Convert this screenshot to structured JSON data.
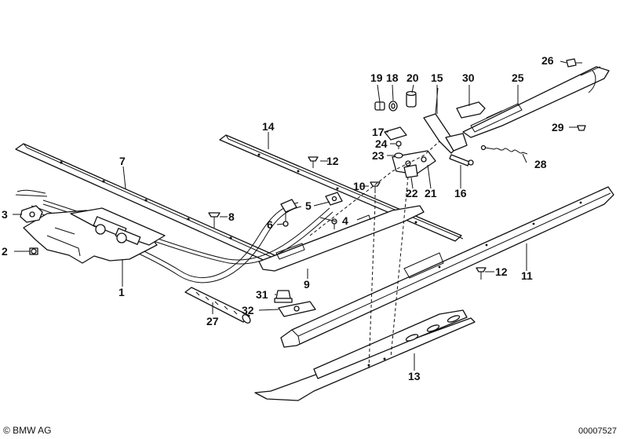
{
  "callouts": [
    {
      "id": "c1",
      "text": "1"
    },
    {
      "id": "c2",
      "text": "2"
    },
    {
      "id": "c3",
      "text": "3"
    },
    {
      "id": "c4",
      "text": "4"
    },
    {
      "id": "c5",
      "text": "5"
    },
    {
      "id": "c6",
      "text": "6"
    },
    {
      "id": "c7",
      "text": "7"
    },
    {
      "id": "c8",
      "text": "8"
    },
    {
      "id": "c9",
      "text": "9"
    },
    {
      "id": "c10",
      "text": "10"
    },
    {
      "id": "c11",
      "text": "11"
    },
    {
      "id": "c12a",
      "text": "12"
    },
    {
      "id": "c12b",
      "text": "12"
    },
    {
      "id": "c13",
      "text": "13"
    },
    {
      "id": "c14",
      "text": "14"
    },
    {
      "id": "c15",
      "text": "15"
    },
    {
      "id": "c16",
      "text": "16"
    },
    {
      "id": "c17",
      "text": "17"
    },
    {
      "id": "c18",
      "text": "18"
    },
    {
      "id": "c19",
      "text": "19"
    },
    {
      "id": "c20",
      "text": "20"
    },
    {
      "id": "c21",
      "text": "21"
    },
    {
      "id": "c22",
      "text": "22"
    },
    {
      "id": "c23",
      "text": "23"
    },
    {
      "id": "c24",
      "text": "24"
    },
    {
      "id": "c25",
      "text": "25"
    },
    {
      "id": "c26",
      "text": "26"
    },
    {
      "id": "c27",
      "text": "27"
    },
    {
      "id": "c28",
      "text": "28"
    },
    {
      "id": "c29",
      "text": "29"
    },
    {
      "id": "c30",
      "text": "30"
    },
    {
      "id": "c31",
      "text": "31"
    },
    {
      "id": "c32",
      "text": "32"
    }
  ],
  "footer": {
    "copyright": "© BMW AG",
    "diagram_number": "00007527"
  }
}
